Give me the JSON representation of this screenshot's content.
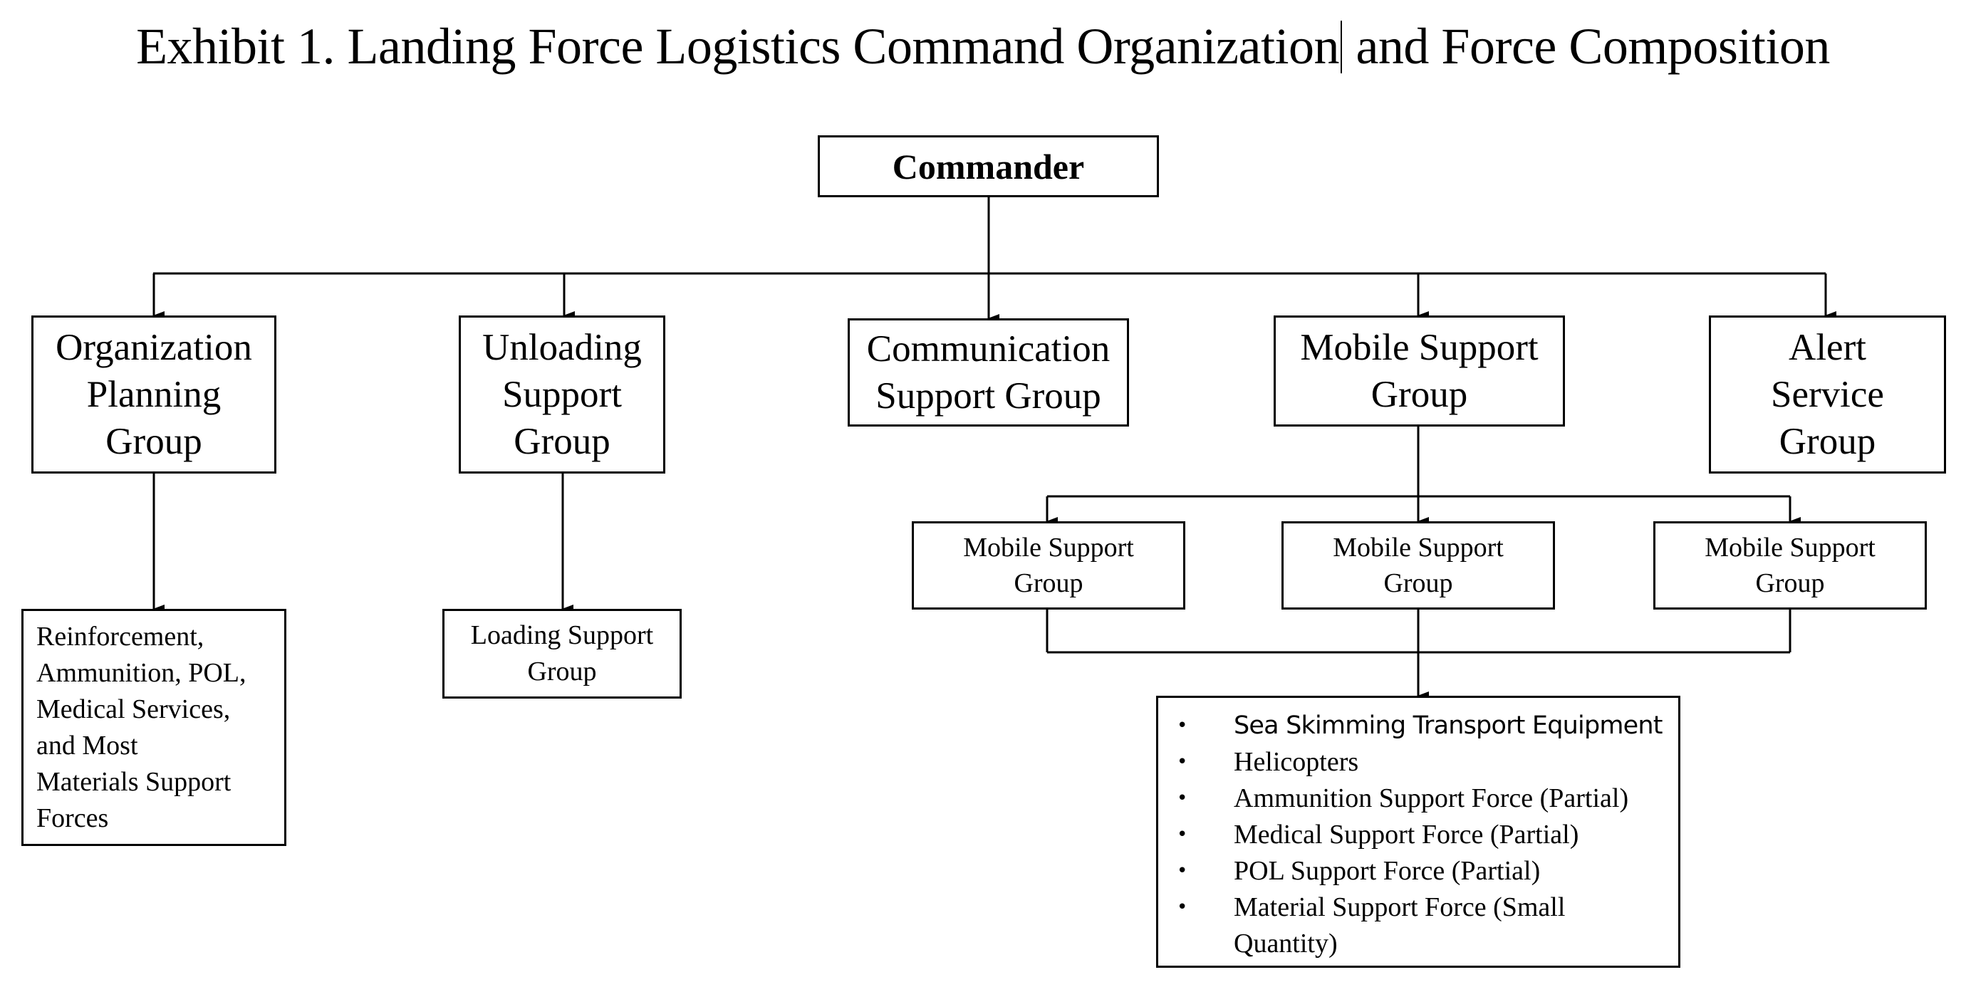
{
  "title": {
    "part1": "Exhibit 1. Landing Force Logistics Command Organization",
    "part2": " and Force Composition"
  },
  "commander": {
    "label": "Commander"
  },
  "groups": [
    {
      "label": "Organization\nPlanning\nGroup"
    },
    {
      "label": "Unloading\nSupport\nGroup"
    },
    {
      "label": "Communication\nSupport Group"
    },
    {
      "label": "Mobile Support\nGroup"
    },
    {
      "label": "Alert\nService\nGroup"
    }
  ],
  "organization_planning_subunit": {
    "label": "Reinforcement,\nAmmunition, POL,\nMedical Services,\nand Most\nMaterials Support\nForces"
  },
  "unloading_subunit": {
    "label": "Loading Support\nGroup"
  },
  "mobile_subgroups": [
    {
      "label": "Mobile Support\nGroup"
    },
    {
      "label": "Mobile Support\nGroup"
    },
    {
      "label": "Mobile Support\nGroup"
    }
  ],
  "mobile_force_composition": {
    "bullet_glyph": "•",
    "items": [
      "Sea Skimming Transport Equipment",
      "Helicopters",
      "Ammunition Support Force (Partial)",
      "Medical Support Force (Partial)",
      "POL Support Force (Partial)",
      "Material Support Force (Small\nQuantity)"
    ]
  }
}
